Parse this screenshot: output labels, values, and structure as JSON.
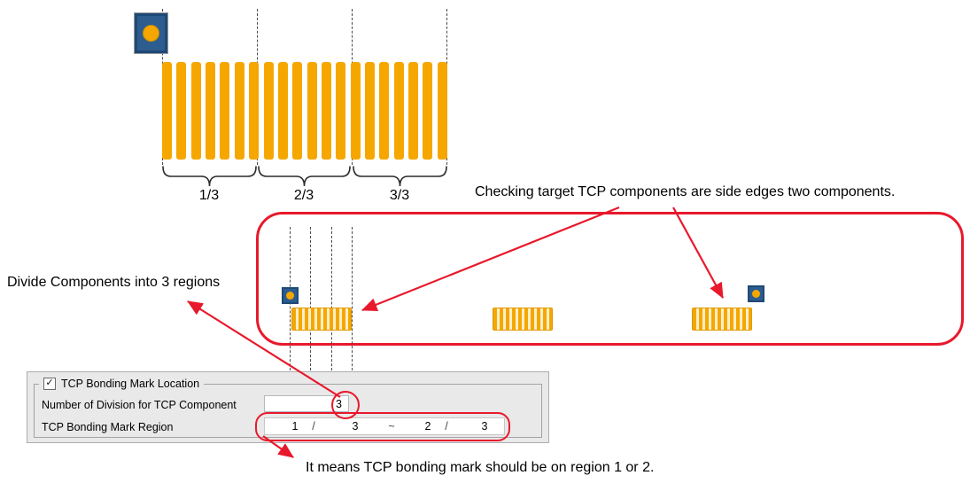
{
  "colors": {
    "accent_orange": "#F5A700",
    "fiducial_blue": "#2D5C8F",
    "fiducial_border": "#1E4976",
    "annotation_red": "#E8192C",
    "panel_bg": "#E9E9E9"
  },
  "top_diagram": {
    "region_labels": [
      "1/3",
      "2/3",
      "3/3"
    ]
  },
  "annotations": {
    "checking": "Checking target TCP components are side edges two components.",
    "divide": "Divide Components into 3 regions",
    "meaning": "It means TCP bonding mark should be on region 1 or 2."
  },
  "panel": {
    "group_title": "TCP Bonding Mark Location",
    "checkmark": "✓",
    "division_label": "Number of Division for TCP Component",
    "division_value": "3",
    "region_label": "TCP Bonding Mark Region",
    "region": {
      "from_num": "1",
      "slash1": "/",
      "from_den": "3",
      "tilde": "~",
      "to_num": "2",
      "slash2": "/",
      "to_den": "3"
    }
  }
}
